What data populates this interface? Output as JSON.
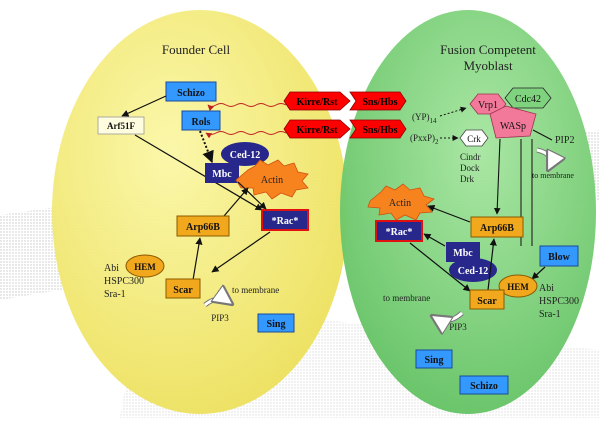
{
  "founder": {
    "title": "Founder Cell",
    "schizo": "Schizo",
    "arf51f": "Arf51F",
    "rols": "Rols",
    "ced12": "Ced-12",
    "mbc": "Mbc",
    "actin": "Actin",
    "rac": "*Rac*",
    "arp66b": "Arp66B",
    "hem": "HEM",
    "scar": "Scar",
    "abi": "Abi",
    "hspc300": "HSPC300",
    "sra1": "Sra-1",
    "to_membrane": "to membrane",
    "pip3": "PIP3",
    "sing": "Sing"
  },
  "receptors": {
    "kirre_top": "Kirre/Rst",
    "sns_top": "Sns/Hbs",
    "kirre_bottom": "Kirre/Rst",
    "sns_bottom": "Sns/Hbs"
  },
  "fcm": {
    "title_line1": "Fusion Competent",
    "title_line2": "Myoblast",
    "yp": "(YP)",
    "yp_sub": "14",
    "pxxp": "(PxxP)",
    "pxxp_sub": "2",
    "vrp1": "Vrp1",
    "cdc42": "Cdc42",
    "wasp": "WASp",
    "crk": "Crk",
    "cindr": "Cindr",
    "dock": "Dock",
    "drk": "Drk",
    "pip2": "PIP2",
    "to_membrane_top": "to membrane",
    "actin": "Actin",
    "arp66b": "Arp66B",
    "rac": "*Rac*",
    "mbc": "Mbc",
    "ced12": "Ced-12",
    "blow": "Blow",
    "hem": "HEM",
    "scar": "Scar",
    "abi": "Abi",
    "hspc300": "HSPC300",
    "sra1": "Sra-1",
    "to_membrane": "to membrane",
    "pip3": "PIP3",
    "sing": "Sing",
    "schizo": "Schizo"
  },
  "colors": {
    "founder_fill": "#f5f078",
    "fcm_fill": "#7fd37f",
    "light_blue": "#3399ff",
    "navy": "#28288c",
    "orange": "#f2a81d",
    "red": "#ff0000",
    "pink": "#f2799a",
    "actin_orange": "#f7831f"
  }
}
